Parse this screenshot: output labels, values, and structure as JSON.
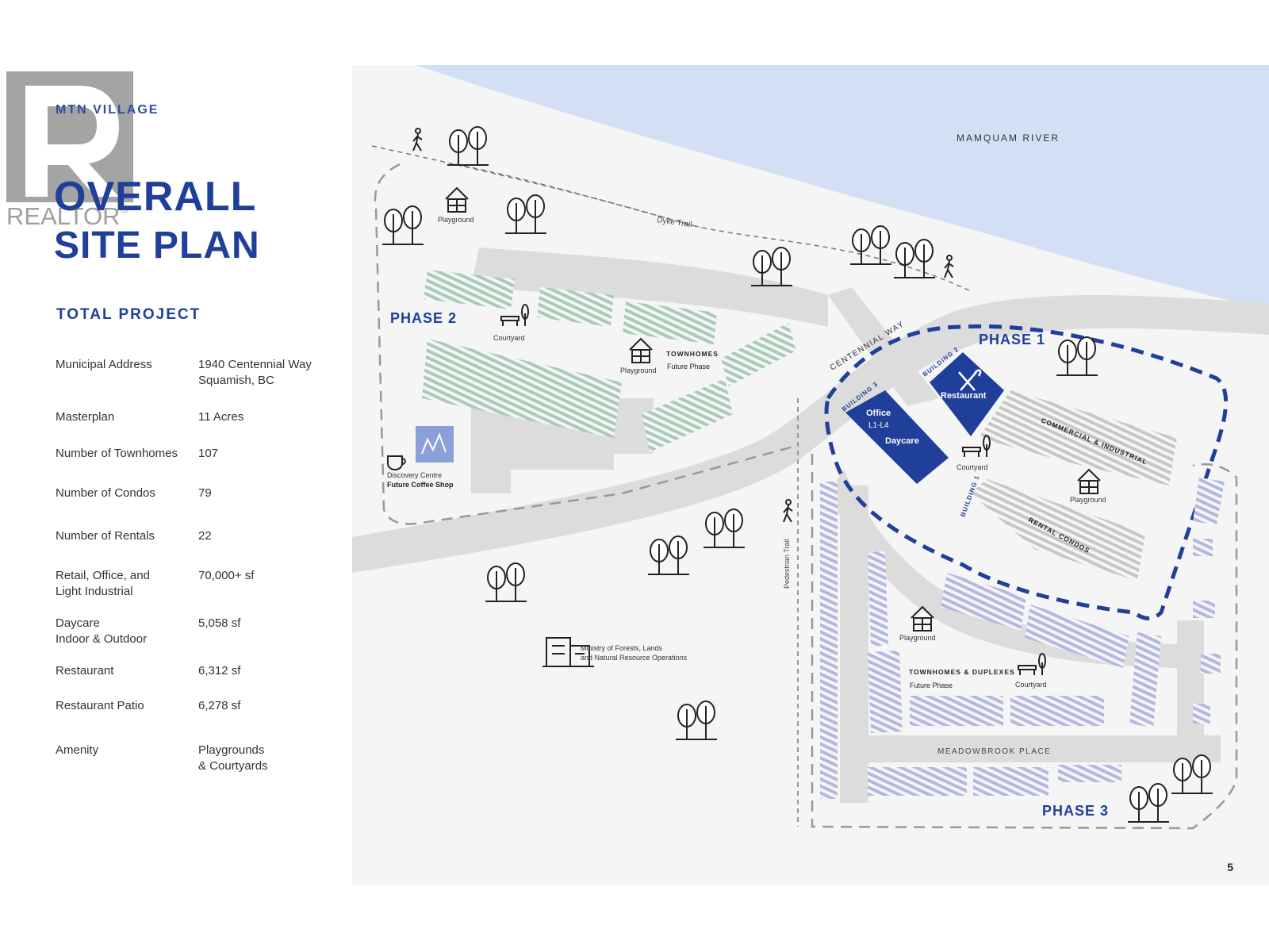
{
  "header": {
    "brand": "MTN VILLAGE",
    "title_line1": "OVERALL",
    "title_line2": "SITE PLAN",
    "watermark_text": "REALTOR",
    "watermark_mark": "®"
  },
  "project": {
    "heading": "TOTAL PROJECT",
    "rows": [
      {
        "label": "Municipal Address",
        "value": "1940 Centennial Way\nSquamish, BC"
      },
      {
        "label": "Masterplan",
        "value": "11 Acres"
      },
      {
        "label": "Number of Townhomes",
        "value": "107"
      },
      {
        "label": "Number of Condos",
        "value": "79"
      },
      {
        "label": "Number of Rentals",
        "value": "22"
      },
      {
        "label": "Retail, Office, and\nLight Industrial",
        "value": "70,000+ sf"
      },
      {
        "label": "Daycare\nIndoor & Outdoor",
        "value": "5,058 sf"
      },
      {
        "label": "Restaurant",
        "value": "6,312 sf"
      },
      {
        "label": "Restaurant Patio",
        "value": "6,278 sf"
      },
      {
        "label": "Amenity",
        "value": "Playgrounds\n& Courtyards"
      }
    ]
  },
  "map": {
    "river": "MAMQUAM RIVER",
    "dyke_trail": "Dyke Trail",
    "centennial_way": "CENTENNIAL WAY",
    "meadowbrook": "MEADOWBROOK PLACE",
    "pedestrian_trail": "Pedestrian Trail",
    "phase1": "PHASE 1",
    "phase2": "PHASE 2",
    "phase3": "PHASE 3",
    "playground": "Playground",
    "courtyard": "Courtyard",
    "townhomes_p2_line1": "TOWNHOMES",
    "townhomes_p2_line2": "Future Phase",
    "discovery_line1": "Discovery Centre",
    "discovery_line2": "Future Coffee Shop",
    "ministry_line1": "Ministry of Forests, Lands",
    "ministry_line2": "and Natural Resource Operations",
    "building1": "BUILDING 1",
    "building2": "BUILDING 2",
    "building3": "BUILDING 3",
    "restaurant": "Restaurant",
    "office_line1": "Office",
    "office_line2": "L1-L4",
    "daycare": "Daycare",
    "commercial": "COMMERCIAL & INDUSTRIAL",
    "rental_condos": "RENTAL CONDOS",
    "townhomes_p3_line1": "TOWNHOMES & DUPLEXES",
    "townhomes_p3_line2": "Future Phase",
    "colors": {
      "river": "#d3dff5",
      "navy": "#1f3f9a",
      "green": "#a8cbb9",
      "lavender": "#b3b8e0",
      "grey": "#c9c9c9",
      "road": "#dcdcdc"
    }
  },
  "footer": {
    "page_number": "5"
  }
}
